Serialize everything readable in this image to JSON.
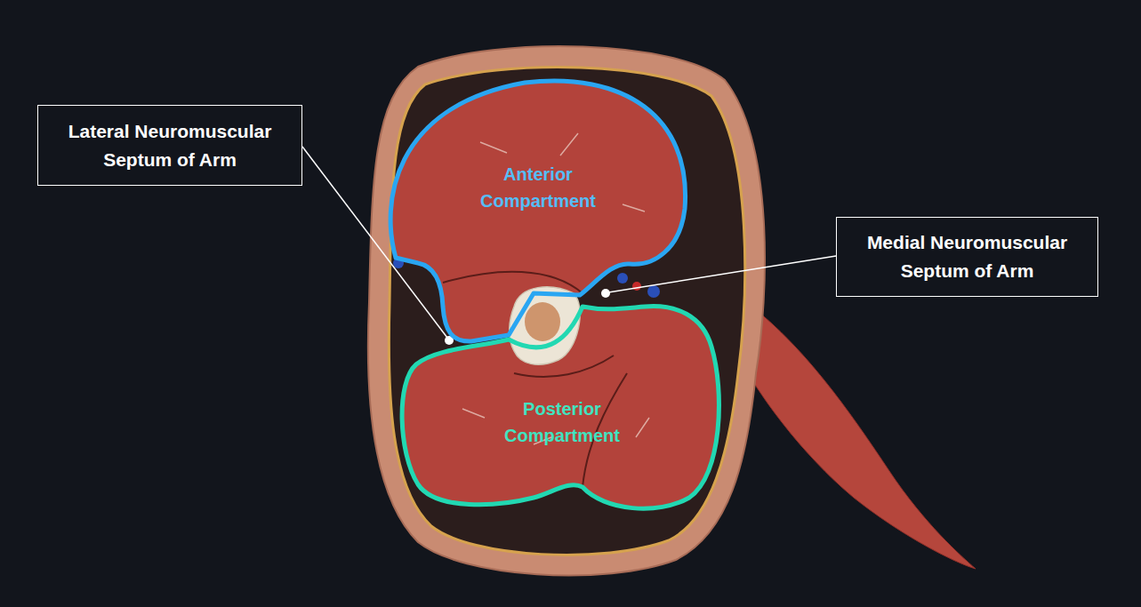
{
  "diagram": {
    "nodes": [
      {
        "text": [
          "Lateral Neuromuscular Septum of Arm"
        ]
      },
      {
        "text": [
          "Anterior Compartment"
        ]
      },
      {
        "text": [
          "Medial Neuromuscular Septum of Arm"
        ]
      },
      {
        "text": [
          "Posterior Compartment"
        ]
      }
    ]
  }
}
